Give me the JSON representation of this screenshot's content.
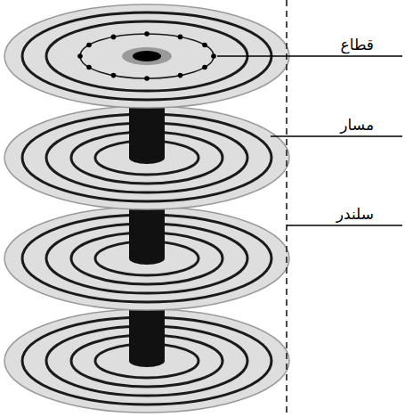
{
  "diagram": {
    "labels": [
      "قطاع",
      "مسار",
      "سلندر"
    ]
  }
}
